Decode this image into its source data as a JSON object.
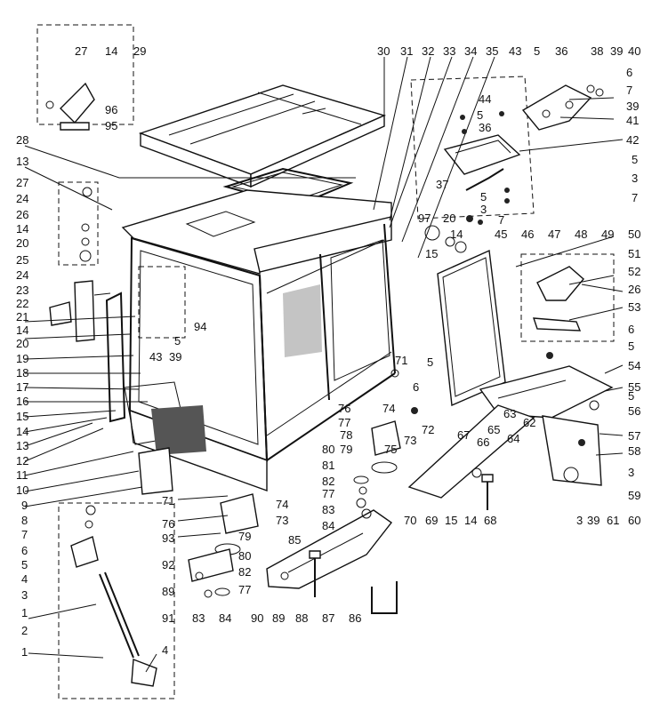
{
  "labels": [
    "1",
    "2",
    "3",
    "4",
    "5",
    "6",
    "7",
    "8",
    "9",
    "10",
    "11",
    "12",
    "13",
    "14",
    "15",
    "16",
    "17",
    "18",
    "19",
    "20",
    "21",
    "22",
    "23",
    "24",
    "25",
    "26",
    "27",
    "28",
    "29",
    "30",
    "31",
    "32",
    "33",
    "34",
    "35",
    "36",
    "37",
    "38",
    "39",
    "40",
    "41",
    "42",
    "43",
    "44",
    "45",
    "46",
    "47",
    "48",
    "49",
    "50",
    "51",
    "52",
    "53",
    "54",
    "55",
    "56",
    "57",
    "58",
    "59",
    "60",
    "61",
    "62",
    "63",
    "64",
    "65",
    "66",
    "67",
    "68",
    "69",
    "70",
    "71",
    "72",
    "73",
    "74",
    "75",
    "76",
    "77",
    "78",
    "79",
    "80",
    "81",
    "82",
    "83",
    "84",
    "85",
    "86",
    "87",
    "88",
    "89",
    "90",
    "91",
    "92",
    "93",
    "94",
    "95",
    "96",
    "97"
  ]
}
